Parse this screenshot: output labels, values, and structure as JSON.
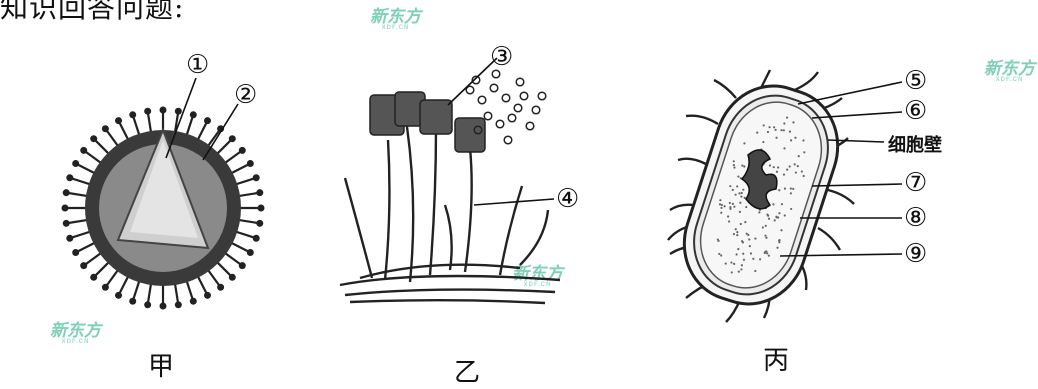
{
  "header": {
    "text": "知识回答问题:"
  },
  "watermarks": [
    {
      "main": "新东方",
      "sub": "XDF.CN"
    },
    {
      "main": "新东方",
      "sub": "XDF.CN"
    },
    {
      "main": "新东方",
      "sub": "XDF.CN"
    },
    {
      "main": "新东方",
      "sub": "XDF.CN"
    }
  ],
  "panels": {
    "jia": {
      "label": "甲",
      "markers": [
        "①",
        "②"
      ]
    },
    "yi": {
      "label": "乙",
      "markers": [
        "③",
        "④"
      ]
    },
    "bing": {
      "label": "丙",
      "markers": [
        "⑤",
        "⑥",
        "⑦",
        "⑧",
        "⑨"
      ],
      "wall_label": "细胞壁"
    }
  }
}
